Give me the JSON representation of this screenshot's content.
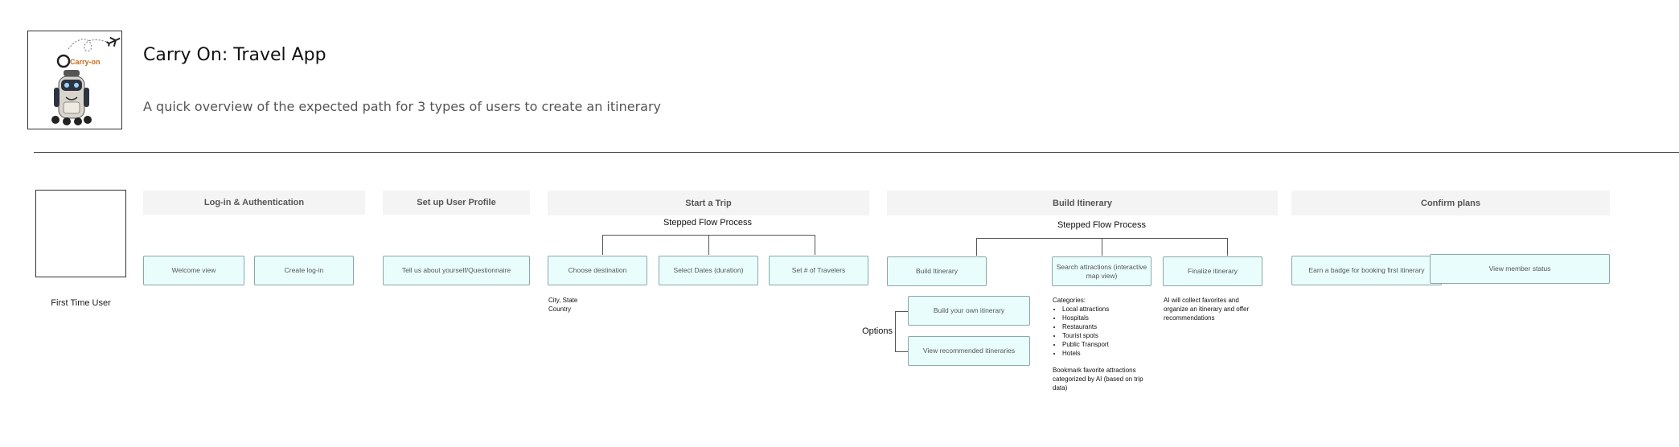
{
  "header": {
    "title": "Carry On: Travel App",
    "subtitle": "A quick overview of the expected path for 3 types of users to create an itinerary",
    "logo_text": "Carry-on"
  },
  "persona": {
    "label": "First Time User"
  },
  "stages": {
    "login": "Log-in & Authentication",
    "profile": "Set up User Profile",
    "trip": "Start a Trip",
    "itinerary": "Build Itinerary",
    "confirm": "Confirm plans"
  },
  "flow_labels": {
    "trip": "Stepped Flow Process",
    "itinerary": "Stepped Flow Process",
    "options": "Options"
  },
  "nodes": {
    "welcome": "Welcome view",
    "create_login": "Create log-in",
    "questionnaire": "Tell us about yourself/Questionnaire",
    "choose_destination": "Choose destination",
    "select_dates": "Select Dates (duration)",
    "set_travelers": "Set # of Travelers",
    "build_itinerary": "Build Itinerary",
    "search_attractions": "Search attractions (interactive map view)",
    "finalize_itinerary": "Finalize itinerary",
    "build_own": "Build your own itinerary",
    "view_recommended": "View recommended itineraries",
    "earn_badge": "Earn a badge for booking first itinerary",
    "member_status": "View member status"
  },
  "notes": {
    "destination_line1": "City, State",
    "destination_line2": "Country",
    "categories_title": "Categories:",
    "categories": [
      "Local attractions",
      "Hospitals",
      "Restaurants",
      "Tourist spots",
      "Public Transport",
      "Hotels"
    ],
    "bookmark": "Bookmark favorite attractions categorized by AI (based on trip data)",
    "ai_note": "AI will collect favorites and organize an itinerary and offer recommendations"
  },
  "colors": {
    "node_fill": "#e9fdfd",
    "node_border": "#8aa7a7",
    "header_fill": "#f4f4f4"
  }
}
